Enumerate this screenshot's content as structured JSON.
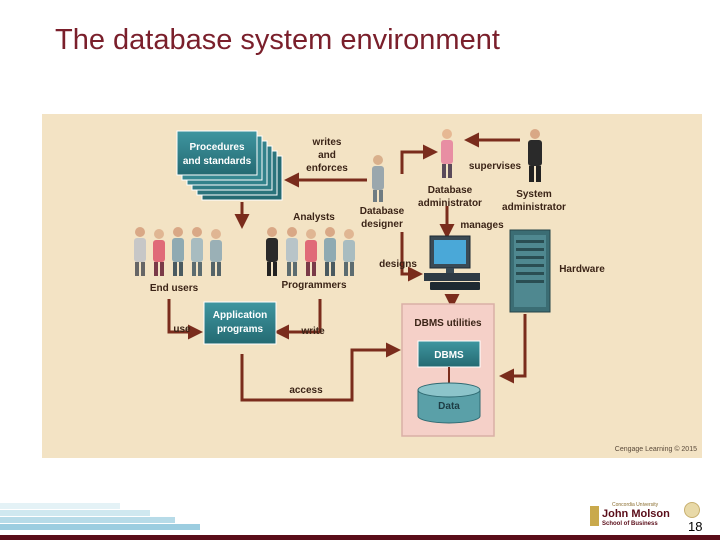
{
  "slide": {
    "title": "The database system environment",
    "page_number": "18"
  },
  "diagram": {
    "procedures_box": [
      "Procedures",
      "and standards"
    ],
    "app_box": [
      "Application",
      "programs"
    ],
    "writes_label": [
      "writes",
      "and",
      "enforces"
    ],
    "supervises": "supervises",
    "dba": [
      "Database",
      "administrator"
    ],
    "sysadmin": [
      "System",
      "administrator"
    ],
    "analysts": "Analysts",
    "db_designer": [
      "Database",
      "designer"
    ],
    "manages": "manages",
    "designs": "designs",
    "hardware": "Hardware",
    "end_users": "End users",
    "programmers": "Programmers",
    "use": "use",
    "write": "write",
    "dbms_utilities": "DBMS utilities",
    "dbms": "DBMS",
    "data": "Data",
    "access": "access",
    "credit": "Cengage Learning © 2015"
  },
  "logo": {
    "line1": "Concordia University",
    "line2": "John Molson",
    "line3": "School of Business"
  },
  "colors": {
    "title": "#7a1f2b",
    "figure_background": "#f3e3c4",
    "box_teal": "#2f7f88",
    "arrow": "#7a2c1c",
    "footer": "#5a0d19"
  }
}
